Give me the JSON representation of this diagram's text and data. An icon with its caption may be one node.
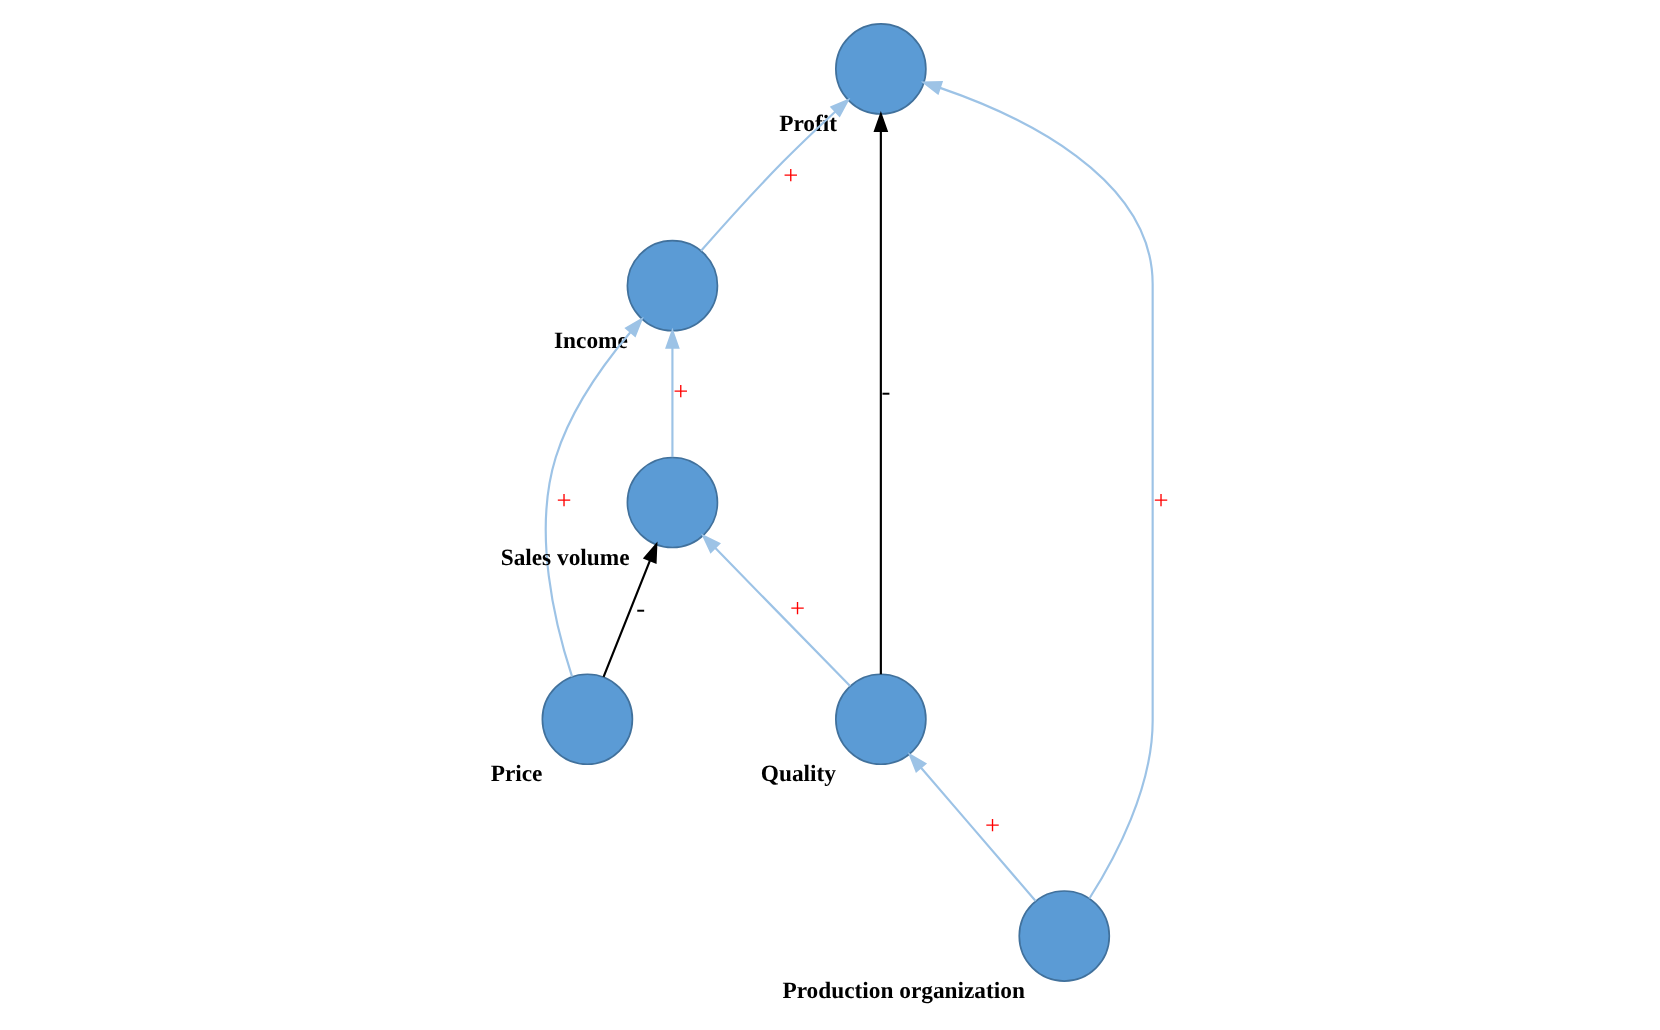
{
  "diagram": {
    "nodes": [
      {
        "text": [
          "Income"
        ]
      },
      {
        "text": [
          "Profit"
        ]
      },
      {
        "text": [
          "Price"
        ]
      },
      {
        "text": [
          "Sales volume"
        ]
      },
      {
        "text": [
          "Quality"
        ]
      },
      {
        "text": [
          "Production organization"
        ]
      }
    ],
    "edges": [
      {
        "from": 0,
        "to": 1,
        "arrow": "to",
        "label": "+"
      },
      {
        "from": 2,
        "to": 0,
        "arrow": "to",
        "label": "+"
      },
      {
        "from": 3,
        "to": 0,
        "arrow": "to",
        "label": "+"
      },
      {
        "from": 2,
        "to": 3,
        "arrow": "to",
        "label": "-",
        "color": "#000000"
      },
      {
        "from": 4,
        "to": 1,
        "arrow": "to",
        "label": "-",
        "color": "#000000"
      },
      {
        "from": 4,
        "to": 3,
        "arrow": "to",
        "label": "+"
      },
      {
        "from": 5,
        "to": 4,
        "arrow": "to",
        "label": "+"
      },
      {
        "from": 5,
        "to": 1,
        "arrow": "to",
        "label": "+"
      }
    ]
  }
}
